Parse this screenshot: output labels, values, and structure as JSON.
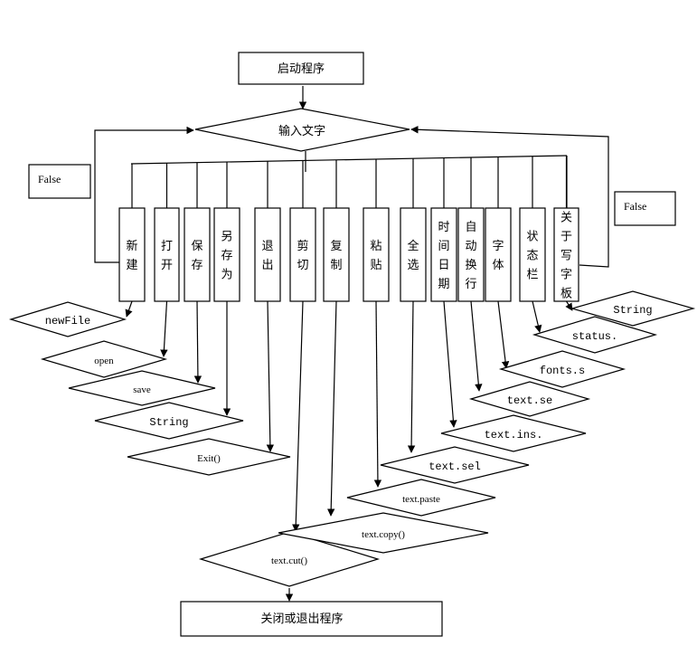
{
  "diagram": {
    "start": {
      "label": "启动程序"
    },
    "input": {
      "label": "输入文字"
    },
    "end": {
      "label": "关闭或退出程序"
    },
    "false_labels": {
      "left": "False",
      "right": "False"
    },
    "menu_items": [
      {
        "id": "new",
        "label": "新建",
        "chars": [
          "新",
          "建"
        ],
        "action": "newFile",
        "action_font": "mono"
      },
      {
        "id": "open",
        "label": "打开",
        "chars": [
          "打",
          "开"
        ],
        "action": "open",
        "action_font": "serif"
      },
      {
        "id": "save",
        "label": "保存",
        "chars": [
          "保",
          "存"
        ],
        "action": "save",
        "action_font": "serif"
      },
      {
        "id": "save-as",
        "label": "另存为",
        "chars": [
          "另",
          "存",
          "为"
        ],
        "action": "String",
        "action_font": "mono"
      },
      {
        "id": "exit",
        "label": "退出",
        "chars": [
          "退",
          "出"
        ],
        "action": "Exit()",
        "action_font": "serif"
      },
      {
        "id": "cut",
        "label": "剪切",
        "chars": [
          "剪",
          "切"
        ],
        "action": "text.cut()",
        "action_font": "serif"
      },
      {
        "id": "copy",
        "label": "复制",
        "chars": [
          "复",
          "制"
        ],
        "action": "text.copy()",
        "action_font": "serif"
      },
      {
        "id": "paste",
        "label": "粘贴",
        "chars": [
          "粘",
          "贴"
        ],
        "action": "text.paste",
        "action_font": "serif"
      },
      {
        "id": "select-all",
        "label": "全选",
        "chars": [
          "全",
          "选"
        ],
        "action": "text.sel",
        "action_font": "mono"
      },
      {
        "id": "datetime",
        "label": "时间日期",
        "chars": [
          "时",
          "间",
          "日",
          "期"
        ],
        "action": "text.ins.",
        "action_font": "mono"
      },
      {
        "id": "wordwrap",
        "label": "自动换行",
        "chars": [
          "自",
          "动",
          "换",
          "行"
        ],
        "action": "text.se",
        "action_font": "mono"
      },
      {
        "id": "font",
        "label": "字体",
        "chars": [
          "字",
          "体"
        ],
        "action": "fonts.s",
        "action_font": "mono"
      },
      {
        "id": "statusbar",
        "label": "状态栏",
        "chars": [
          "状",
          "态",
          "栏"
        ],
        "action": "status.",
        "action_font": "mono"
      },
      {
        "id": "about",
        "label": "关于写字板",
        "chars": [
          "关",
          "于",
          "写",
          "字",
          "板"
        ],
        "action": "String",
        "action_font": "mono"
      }
    ]
  }
}
